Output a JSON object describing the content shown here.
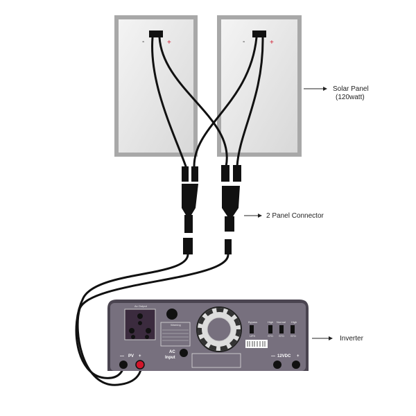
{
  "labels": {
    "solar_panel": "Solar Panel",
    "solar_panel_rating": "(120watt)",
    "connector": "2 Panel Connector",
    "inverter": "Inverter"
  },
  "panel_polarity": {
    "negative": "-",
    "positive": "+"
  },
  "inverter": {
    "ac_output": "Ac Output",
    "warning": "Warning",
    "ac_input_1": "AC",
    "ac_input_2": "Input",
    "pv": "PV",
    "pv_neg": "—",
    "pv_pos": "+",
    "dc": "12VDC",
    "dc_neg": "—",
    "dc_pos": "+",
    "switch_labels": [
      "UPS",
      "STD",
      "STD",
      "STD"
    ],
    "switch_top": [
      "Bypass",
      "High",
      "Normal",
      "High"
    ]
  },
  "colors": {
    "inverter": "#77707e",
    "panel_frame": "#9a9a9a",
    "pv_positive": "#d0152a"
  }
}
